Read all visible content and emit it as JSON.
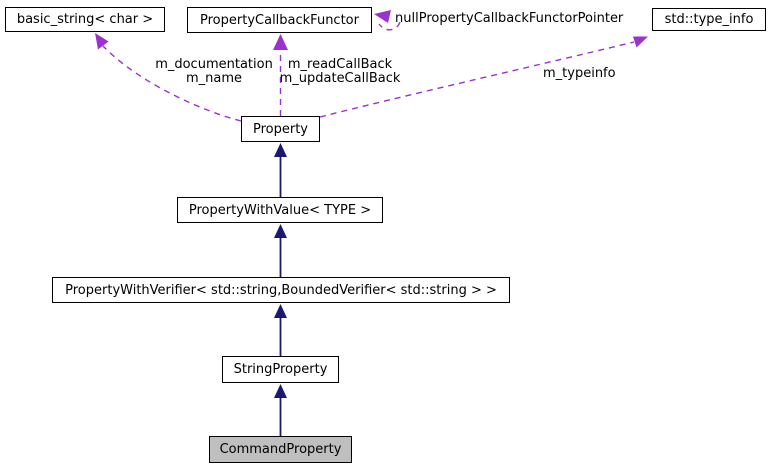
{
  "diagram": {
    "kind": "class-collaboration-diagram",
    "nodes": {
      "basicString": {
        "label": "basic_string< char >"
      },
      "propertyCallbackFunctor": {
        "label": "PropertyCallbackFunctor"
      },
      "stdTypeInfo": {
        "label": "std::type_info"
      },
      "property": {
        "label": "Property"
      },
      "propertyWithValue": {
        "label": "PropertyWithValue< TYPE >"
      },
      "propertyWithVerifier": {
        "label": "PropertyWithVerifier< std::string,BoundedVerifier< std::string > >"
      },
      "stringProperty": {
        "label": "StringProperty"
      },
      "commandProperty": {
        "label": "CommandProperty"
      }
    },
    "edgeLabels": {
      "mDocumentation": "m_documentation",
      "mName": "m_name",
      "mReadCallBack": "m_readCallBack",
      "mUpdateCallBack": "m_updateCallBack",
      "mTypeinfo": "m_typeinfo",
      "nullPropertyCallbackFunctorPointer": "nullPropertyCallbackFunctorPointer"
    },
    "colors": {
      "inheritanceArrow": "#191970",
      "usageArrow": "#9a32cd",
      "nodeBorder": "#000000",
      "nodeBackground": "#ffffff",
      "selectedNodeBackground": "#bfbfbf"
    }
  }
}
